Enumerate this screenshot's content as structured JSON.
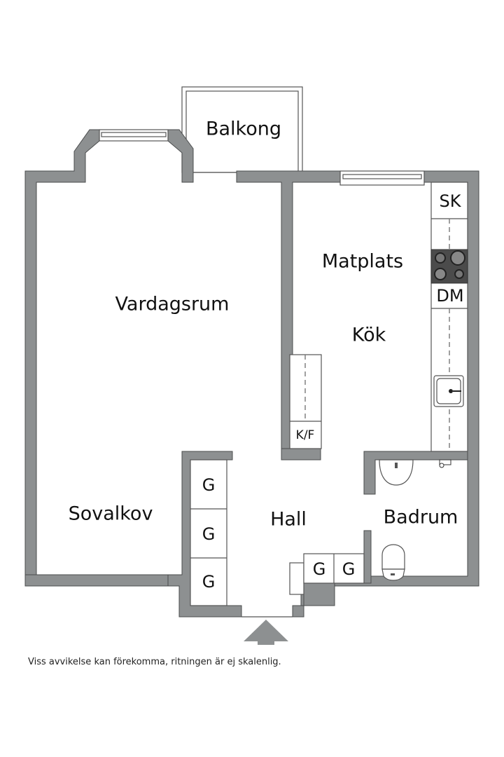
{
  "rooms": {
    "balkong": "Balkong",
    "vardagsrum": "Vardagsrum",
    "matplats": "Matplats",
    "kok": "Kök",
    "sovalkov": "Sovalkov",
    "hall": "Hall",
    "badrum": "Badrum"
  },
  "fixtures": {
    "sk": "SK",
    "dm": "DM",
    "kf": "K/F",
    "wardrobe": "G"
  },
  "disclaimer": "Viss avvikelse kan förekomma, ritningen är ej skalenlig.",
  "colors": {
    "wall": "#8d9091",
    "stove": "#4b4b4b",
    "background": "#ffffff"
  }
}
